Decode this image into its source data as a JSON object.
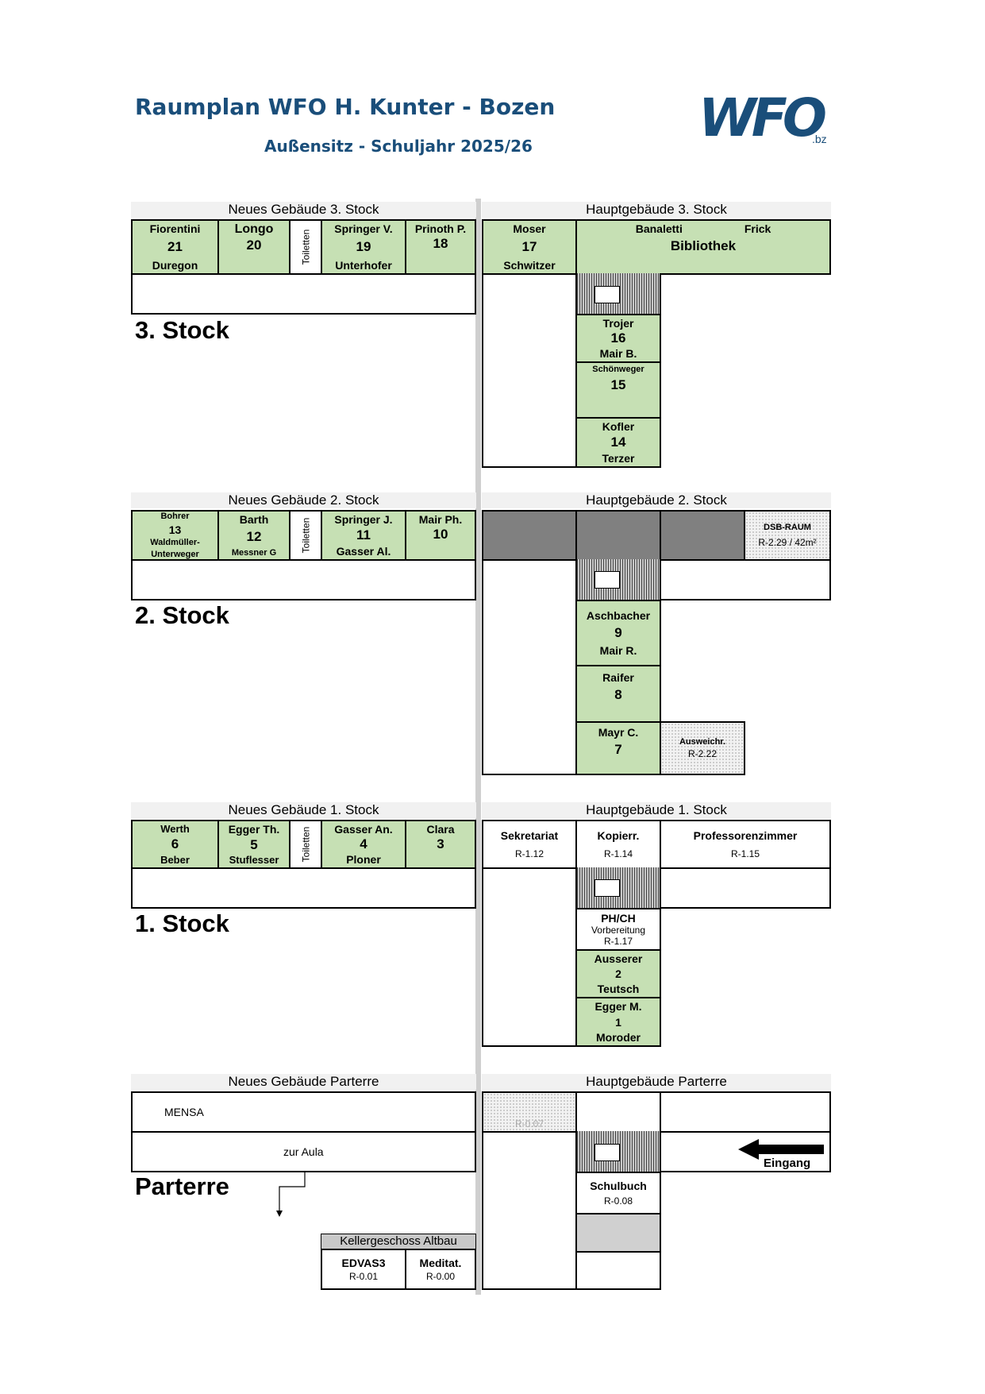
{
  "header": {
    "title": "Raumplan WFO H. Kunter - Bozen",
    "subtitle": "Außensitz - Schuljahr 2025/26",
    "logo_text": "WFO",
    "logo_suffix": ".bz"
  },
  "floor3": {
    "label": "3. Stock",
    "new_building_header": "Neues Gebäude  3. Stock",
    "main_building_header": "Hauptgebäude  3. Stock",
    "rooms": [
      {
        "top": "Fiorentini",
        "num": "21",
        "bottom": "Duregon"
      },
      {
        "top": "Longo",
        "num": "20",
        "bottom": ""
      },
      {
        "top": "Springer V.",
        "num": "19",
        "bottom": "Unterhofer"
      },
      {
        "top": "Prinoth P.",
        "num": "18",
        "bottom": ""
      },
      {
        "top": "Moser",
        "num": "17",
        "bottom": "Schwitzer"
      },
      {
        "top": "Trojer",
        "num": "16",
        "bottom": "Mair B."
      },
      {
        "top": "Schönweger",
        "num": "15",
        "bottom": ""
      },
      {
        "top": "Kofler",
        "num": "14",
        "bottom": "Terzer"
      }
    ],
    "toilets": "Toiletten",
    "library": {
      "teacher1": "Banaletti",
      "teacher2": "Frick",
      "name": "Bibliothek"
    }
  },
  "floor2": {
    "label": "2. Stock",
    "new_building_header": "Neues Gebäude  2. Stock",
    "main_building_header": "Hauptgebäude  2. Stock",
    "rooms": [
      {
        "top": "Bohrer",
        "num": "13",
        "bottom": "Waldmüller-",
        "bottom2": "Unterweger"
      },
      {
        "top": "Barth",
        "num": "12",
        "bottom": "Messner G"
      },
      {
        "top": "Springer J.",
        "num": "11",
        "bottom": "Gasser Al."
      },
      {
        "top": "Mair Ph.",
        "num": "10",
        "bottom": ""
      },
      {
        "top": "Aschbacher",
        "num": "9",
        "bottom": "Mair R."
      },
      {
        "top": "Raifer",
        "num": "8",
        "bottom": ""
      },
      {
        "top": "Mayr C.",
        "num": "7",
        "bottom": ""
      }
    ],
    "toilets": "Toiletten",
    "dsb": {
      "name": "DSB-RAUM",
      "info": "R-2.29 / 42m²"
    },
    "ausweich": {
      "name": "Ausweichr.",
      "code": "R-2.22"
    }
  },
  "floor1": {
    "label": "1. Stock",
    "new_building_header": "Neues Gebäude  1. Stock",
    "main_building_header": "Hauptgebäude  1. Stock",
    "rooms": [
      {
        "top": "Werth",
        "num": "6",
        "bottom": "Beber"
      },
      {
        "top": "Egger Th.",
        "num": "5",
        "bottom": "Stuflesser"
      },
      {
        "top": "Gasser An.",
        "num": "4",
        "bottom": "Ploner"
      },
      {
        "top": "Clara",
        "num": "3",
        "bottom": ""
      },
      {
        "top": "Ausserer",
        "num": "2",
        "bottom": "Teutsch"
      },
      {
        "top": "Egger M.",
        "num": "1",
        "bottom": "Moroder"
      }
    ],
    "toilets": "Toiletten",
    "sekretariat": {
      "name": "Sekretariat",
      "code": "R-1.12"
    },
    "kopierr": {
      "name": "Kopierr.",
      "code": "R-1.14"
    },
    "professoren": {
      "name": "Professorenzimmer",
      "code": "R-1.15"
    },
    "phch": {
      "name": "PH/CH",
      "sub": "Vorbereitung",
      "code": "R-1.17"
    }
  },
  "ground": {
    "label": "Parterre",
    "new_building_header": "Neues Gebäude Parterre",
    "main_building_header": "Hauptgebäude  Parterre",
    "mensa": "MENSA",
    "aula": "zur Aula",
    "r007": "R-0.07",
    "entrance": "Eingang",
    "schulbuch": {
      "name": "Schulbuch",
      "code": "R-0.08"
    },
    "keller_header": "Kellergeschoss Altbau",
    "edvas": {
      "name": "EDVAS3",
      "code": "R-0.01"
    },
    "meditat": {
      "name": "Meditat.",
      "code": "R-0.00"
    }
  },
  "colors": {
    "room_green": "#c6e0b4",
    "title_blue": "#1a4e7a",
    "dark_gray": "#808080"
  }
}
